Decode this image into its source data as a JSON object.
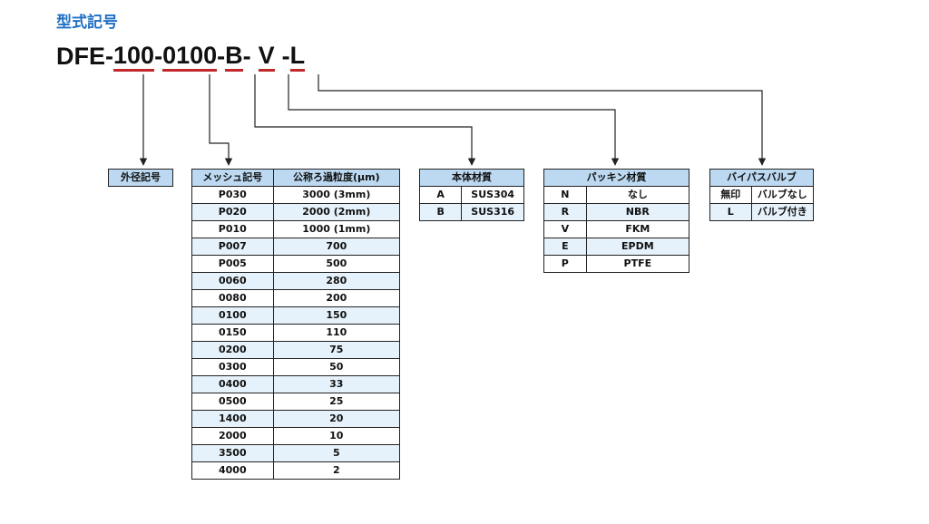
{
  "title": "型式記号",
  "model_code": {
    "prefix": "DFE-",
    "segments": [
      "100",
      "0100",
      "B",
      "V",
      "L"
    ],
    "separators": [
      "-",
      "-",
      "-",
      "-"
    ]
  },
  "outer_diameter": {
    "header": "外径記号"
  },
  "mesh": {
    "header_code": "メッシュ記号",
    "header_value": "公称ろ過粒度(μm)",
    "rows": [
      [
        "P030",
        "3000 (3mm)"
      ],
      [
        "P020",
        "2000 (2mm)"
      ],
      [
        "P010",
        "1000 (1mm)"
      ],
      [
        "P007",
        "700"
      ],
      [
        "P005",
        "500"
      ],
      [
        "0060",
        "280"
      ],
      [
        "0080",
        "200"
      ],
      [
        "0100",
        "150"
      ],
      [
        "0150",
        "110"
      ],
      [
        "0200",
        "75"
      ],
      [
        "0300",
        "50"
      ],
      [
        "0400",
        "33"
      ],
      [
        "0500",
        "25"
      ],
      [
        "1400",
        "20"
      ],
      [
        "2000",
        "10"
      ],
      [
        "3500",
        "5"
      ],
      [
        "4000",
        "2"
      ]
    ]
  },
  "body_material": {
    "header": "本体材質",
    "rows": [
      [
        "A",
        "SUS304"
      ],
      [
        "B",
        "SUS316"
      ]
    ]
  },
  "packing_material": {
    "header": "パッキン材質",
    "rows": [
      [
        "N",
        "なし"
      ],
      [
        "R",
        "NBR"
      ],
      [
        "V",
        "FKM"
      ],
      [
        "E",
        "EPDM"
      ],
      [
        "P",
        "PTFE"
      ]
    ]
  },
  "bypass_valve": {
    "header": "バイパスバルブ",
    "rows": [
      [
        "無印",
        "バルブなし"
      ],
      [
        "L",
        "バルブ付き"
      ]
    ]
  },
  "colors": {
    "title": "#1f6fc4",
    "underline": "#c0282c",
    "header_bg": "#bcd9f1",
    "row_alt_bg": "#e6f2fb"
  }
}
